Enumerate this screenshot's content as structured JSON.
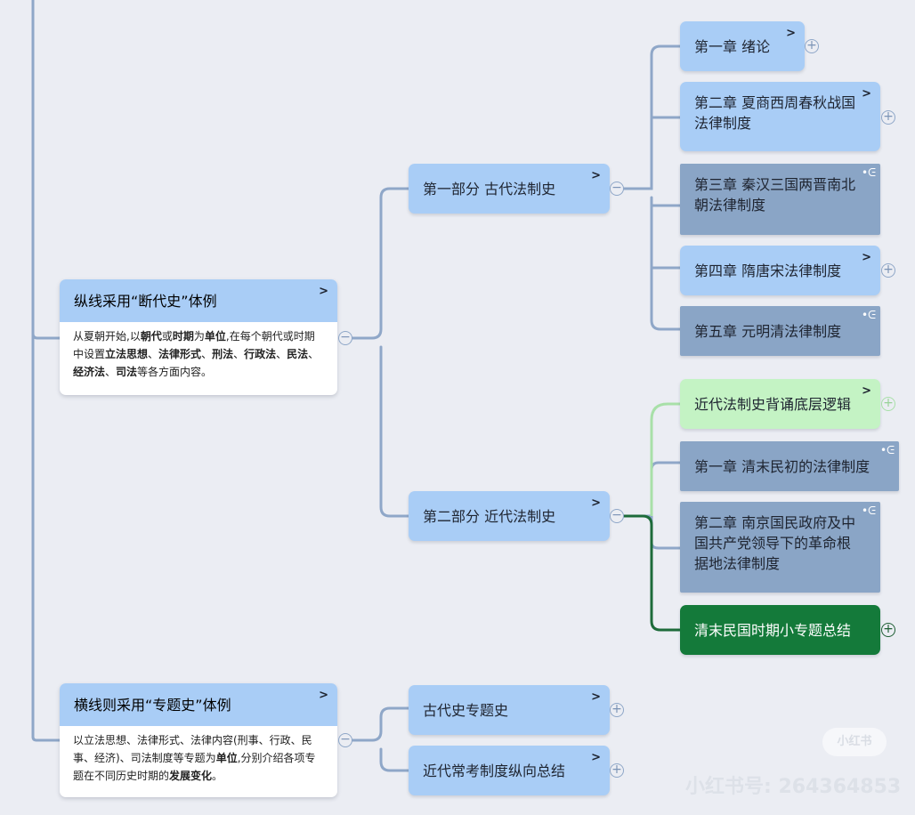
{
  "nodes": {
    "part1": "第一部分  古代法制史",
    "part2": "第二部分  近代法制史",
    "ch1": "第一章  绪论",
    "ch2": "第二章  夏商西周春秋战国法律制度",
    "ch3": "第三章  秦汉三国两晋南北朝法律制度",
    "ch4": "第四章  隋唐宋法律制度",
    "ch5": "第五章  元明清法律制度",
    "modern_logic": "近代法制史背诵底层逻辑",
    "m_ch1": "第一章  清末民初的法律制度",
    "m_ch2": "第二章  南京国民政府及中国共产党领导下的革命根据地法律制度",
    "m_summary": "清末民国时期小专题总结",
    "ancient_topics": "古代史专题史",
    "modern_summary": "近代常考制度纵向总结"
  },
  "cards": {
    "vertical": {
      "title": "纵线采用“断代史”体例",
      "body": [
        {
          "t": "从夏朝开始,以",
          "b": false
        },
        {
          "t": "朝代",
          "b": true
        },
        {
          "t": "或",
          "b": false
        },
        {
          "t": "时期",
          "b": true
        },
        {
          "t": "为",
          "b": false
        },
        {
          "t": "单位",
          "b": true
        },
        {
          "t": ",在每个朝代或时期中设置",
          "b": false
        },
        {
          "t": "立法思想",
          "b": true
        },
        {
          "t": "、",
          "b": false
        },
        {
          "t": "法律形式",
          "b": true
        },
        {
          "t": "、",
          "b": false
        },
        {
          "t": "刑法",
          "b": true
        },
        {
          "t": "、",
          "b": false
        },
        {
          "t": "行政法",
          "b": true
        },
        {
          "t": "、",
          "b": false
        },
        {
          "t": "民法",
          "b": true
        },
        {
          "t": "、",
          "b": false
        },
        {
          "t": "经济法",
          "b": true
        },
        {
          "t": "、",
          "b": false
        },
        {
          "t": "司法",
          "b": true
        },
        {
          "t": "等各方面内容。",
          "b": false
        }
      ]
    },
    "horizontal": {
      "title": "横线则采用“专题史”体例",
      "body": [
        {
          "t": "以立法思想、法律形式、法律内容(刑事、行政、民事、经济)、司法制度等专题为",
          "b": false
        },
        {
          "t": "单位",
          "b": true
        },
        {
          "t": ",分别介绍各项专题在不同历史时期的",
          "b": false
        },
        {
          "t": "发展变化",
          "b": true
        },
        {
          "t": "。",
          "b": false
        }
      ]
    }
  },
  "watermark": {
    "badge": "小红书",
    "id": "小红书号: 264364853"
  },
  "colors": {
    "node_blue": "#a9cdf6",
    "node_gray": "#8aa5c6",
    "node_lightgreen": "#c4f3c4",
    "node_darkgreen": "#147a3a",
    "line": "#8fa7c8"
  }
}
